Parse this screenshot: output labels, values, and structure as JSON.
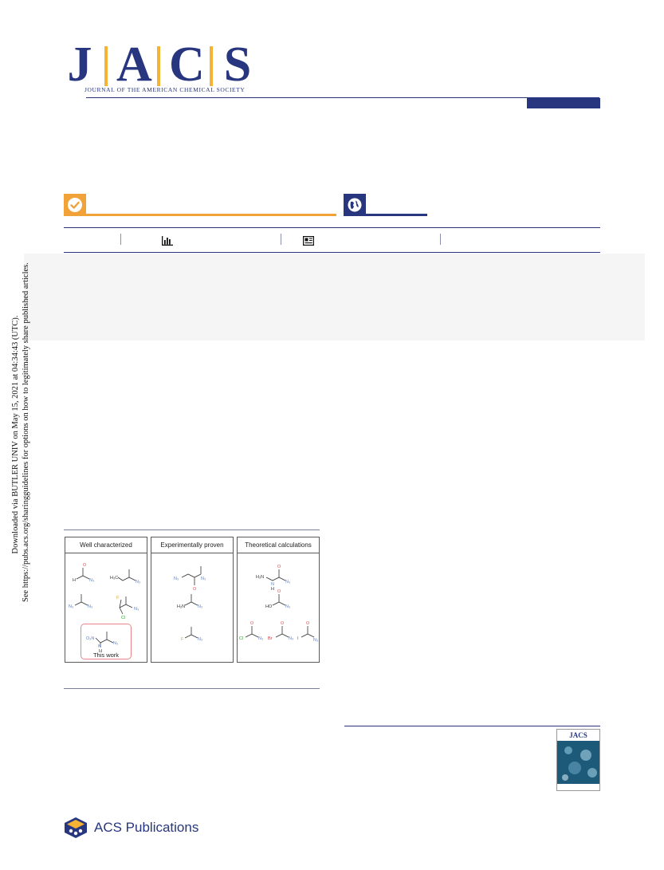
{
  "journal": {
    "letters": [
      "J",
      "A",
      "C",
      "S"
    ],
    "subtitle": "JOURNAL OF THE AMERICAN CHEMICAL SOCIETY",
    "colors": {
      "primary": "#27367e",
      "accent": "#f5b335"
    }
  },
  "badges": {
    "cite_icon": "check-circle-icon",
    "cite_color": "#f1a33a",
    "open_icon": "globe-icon",
    "open_color": "#27367e"
  },
  "metrics_icons": [
    "bar-chart-icon",
    "article-icon"
  ],
  "side_notice": {
    "line1": "Downloaded via BUTLER UNIV on May 15, 2021 at 04:34:43 (UTC).",
    "line2": "See https://pubs.acs.org/sharingguidelines for options on how to legitimately share published articles."
  },
  "figure": {
    "panels": [
      {
        "title": "Well characterized",
        "caption": "This work"
      },
      {
        "title": "Experimentally proven"
      },
      {
        "title": "Theoretical calculations"
      }
    ],
    "labels": {
      "p1": [
        "H",
        "N₃",
        "H₃C",
        "O",
        "N₃",
        "N₃",
        "N₃",
        "F",
        "Cl",
        "N₃",
        "O₂N",
        "N",
        "N₃",
        "H"
      ],
      "p2": [
        "N₃",
        "N₃",
        "O",
        "H₂N",
        "N₃",
        "F",
        "N₃"
      ],
      "p3": [
        "H₂N",
        "N",
        "H",
        "N₃",
        "HO",
        "N₃",
        "Cl",
        "N₃",
        "Br",
        "N₃",
        "I",
        "N₃"
      ]
    }
  },
  "cover": {
    "title": "JACS"
  },
  "publisher": {
    "name": "ACS Publications"
  }
}
